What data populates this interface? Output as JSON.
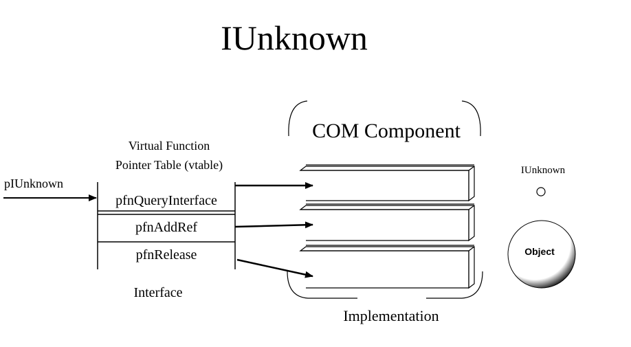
{
  "title": "IUnknown",
  "pointer_label": "pIUnknown",
  "vtable": {
    "heading_line1": "Virtual Function",
    "heading_line2": "Pointer Table (vtable)",
    "entries": [
      "pfnQueryInterface",
      "pfnAddRef",
      "pfnRelease"
    ],
    "caption": "Interface"
  },
  "component": {
    "title": "COM Component",
    "caption": "Implementation"
  },
  "object": {
    "interface_label": "IUnknown",
    "label": "Object"
  }
}
